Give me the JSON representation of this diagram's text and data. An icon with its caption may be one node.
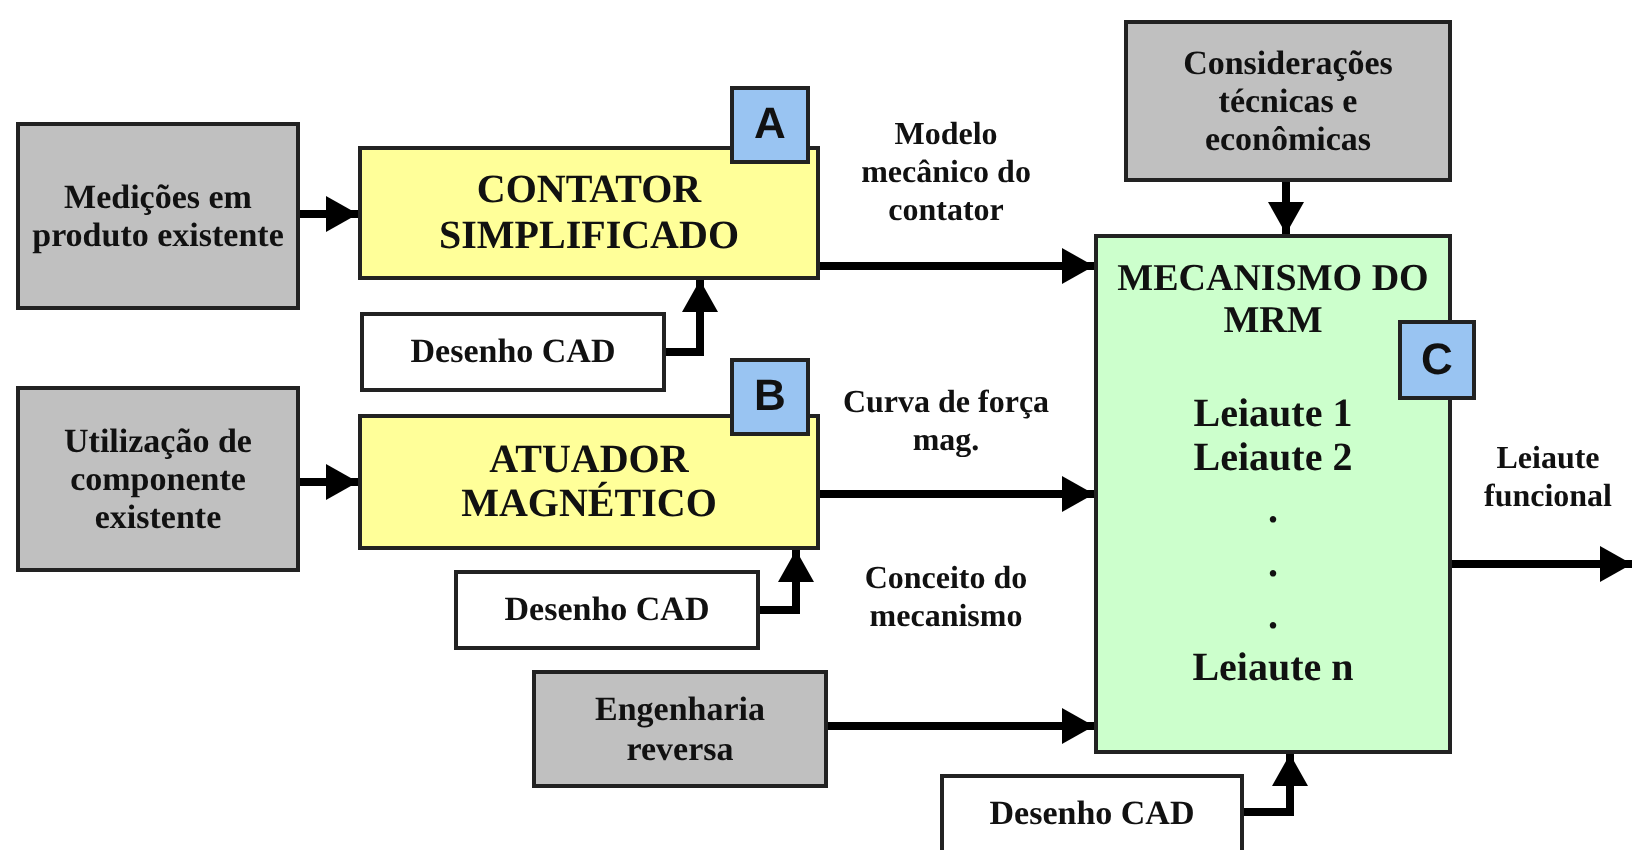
{
  "diagram": {
    "nodes": [
      {
        "text": [
          "Medições em produto existente"
        ]
      },
      {
        "text": [
          "CONTATOR SIMPLIFICADO"
        ]
      },
      {
        "text": [
          "A"
        ]
      },
      {
        "text": [
          "Desenho CAD"
        ]
      },
      {
        "text": [
          "Utilização de componente existente"
        ]
      },
      {
        "text": [
          "ATUADOR MAGNÉTICO"
        ]
      },
      {
        "text": [
          "B"
        ]
      },
      {
        "text": [
          "Desenho CAD"
        ]
      },
      {
        "text": [
          "Engenharia reversa"
        ]
      },
      {
        "text": [
          "Considerações técnicas e econômicas"
        ]
      },
      {
        "text": [
          "MECANISMO DO MRM",
          "Leiaute 1",
          "Leiaute 2",
          ".",
          ".",
          ".",
          "Leiaute n"
        ]
      },
      {
        "text": [
          "C"
        ]
      },
      {
        "text": [
          "Desenho CAD"
        ]
      }
    ],
    "edges": [
      {
        "from": 0,
        "to": 1,
        "arrow": "to"
      },
      {
        "from": 3,
        "to": 1,
        "arrow": "to"
      },
      {
        "from": 1,
        "to": 10,
        "arrow": "to",
        "label": "Modelo mecânico do contator"
      },
      {
        "from": 4,
        "to": 5,
        "arrow": "to"
      },
      {
        "from": 7,
        "to": 5,
        "arrow": "to"
      },
      {
        "from": 5,
        "to": 10,
        "arrow": "to",
        "label": "Curva de força mag."
      },
      {
        "from": 8,
        "to": 10,
        "arrow": "to",
        "label": "Conceito do mecanismo"
      },
      {
        "from": 9,
        "to": 10,
        "arrow": "to"
      },
      {
        "from": 12,
        "to": 10,
        "arrow": "to"
      },
      {
        "from": 10,
        "to": null,
        "arrow": "to",
        "label": "Leiaute funcional"
      }
    ]
  }
}
